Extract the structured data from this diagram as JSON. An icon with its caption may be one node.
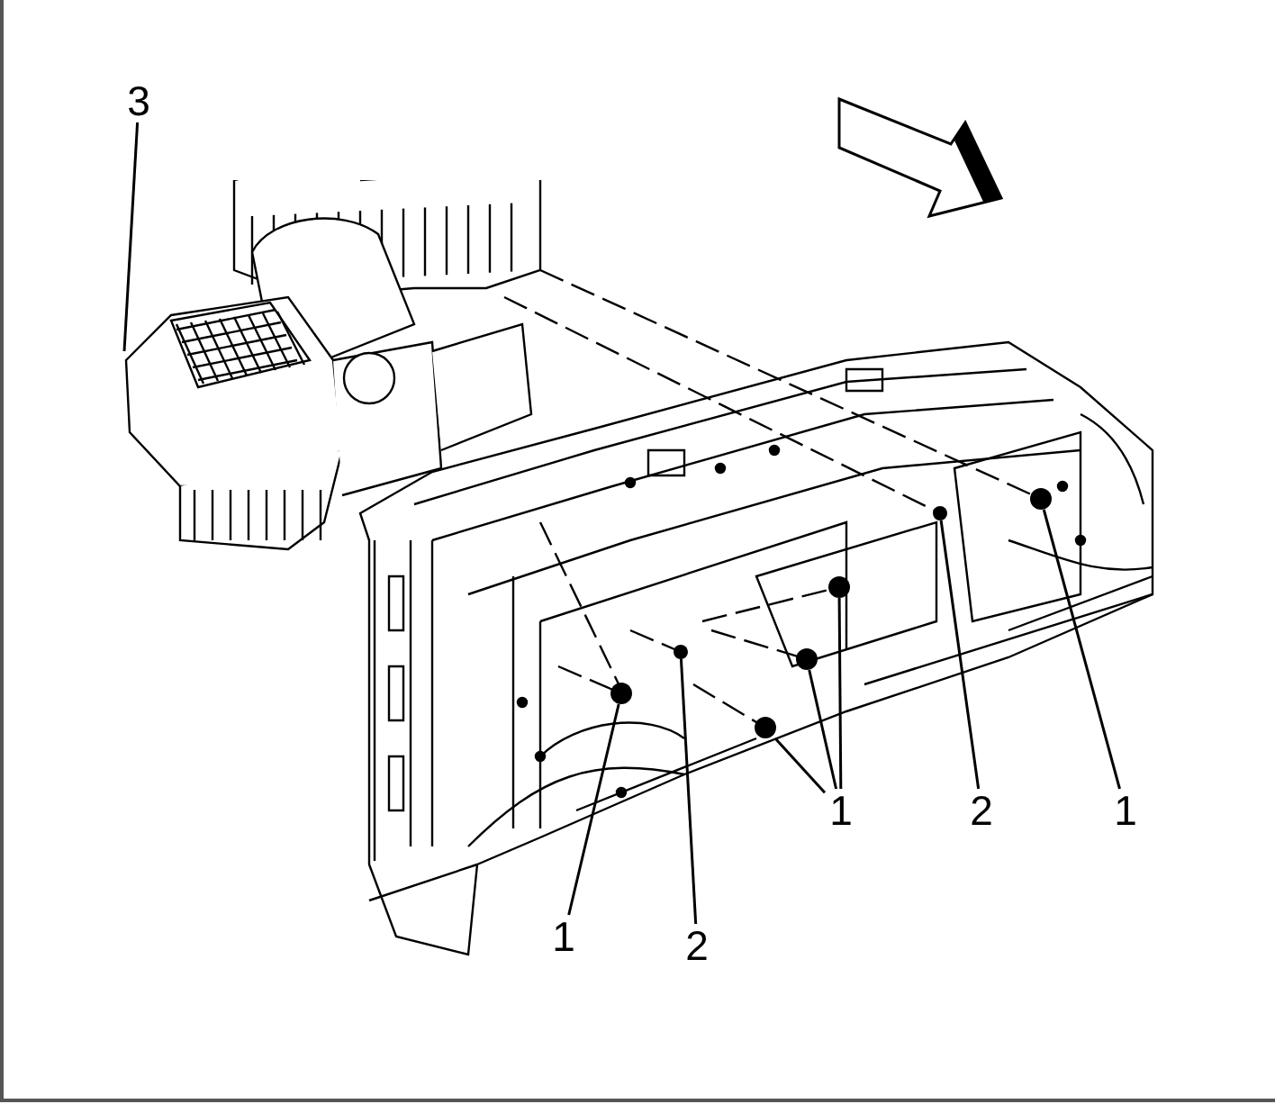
{
  "diagram": {
    "nodes": [
      {
        "text": [
          "3"
        ]
      },
      {
        "text": [],
        "shape": "picture"
      },
      {
        "text": [
          "1"
        ]
      },
      {
        "text": [
          "2"
        ]
      },
      {
        "text": [
          "1"
        ]
      },
      {
        "text": [
          "2"
        ]
      },
      {
        "text": [
          "1"
        ]
      },
      {
        "text": [],
        "shape": "circle"
      },
      {
        "text": [],
        "shape": "circle"
      },
      {
        "text": [],
        "shape": "circle"
      },
      {
        "text": [],
        "shape": "circle"
      },
      {
        "text": [],
        "shape": "circle"
      },
      {
        "text": [],
        "shape": "circle"
      },
      {
        "text": [],
        "shape": "circle"
      }
    ],
    "edges": [
      {
        "from": 0,
        "to": 1,
        "arrow": "none"
      },
      {
        "from": 2,
        "to": 7,
        "arrow": "none"
      },
      {
        "from": 3,
        "to": 8,
        "arrow": "none"
      },
      {
        "from": 4,
        "to": 9,
        "arrow": "none"
      },
      {
        "from": 4,
        "to": 10,
        "arrow": "none"
      },
      {
        "from": 4,
        "to": 11,
        "arrow": "none"
      },
      {
        "from": 5,
        "to": 12,
        "arrow": "none"
      },
      {
        "from": 6,
        "to": 13,
        "arrow": "none"
      }
    ]
  }
}
